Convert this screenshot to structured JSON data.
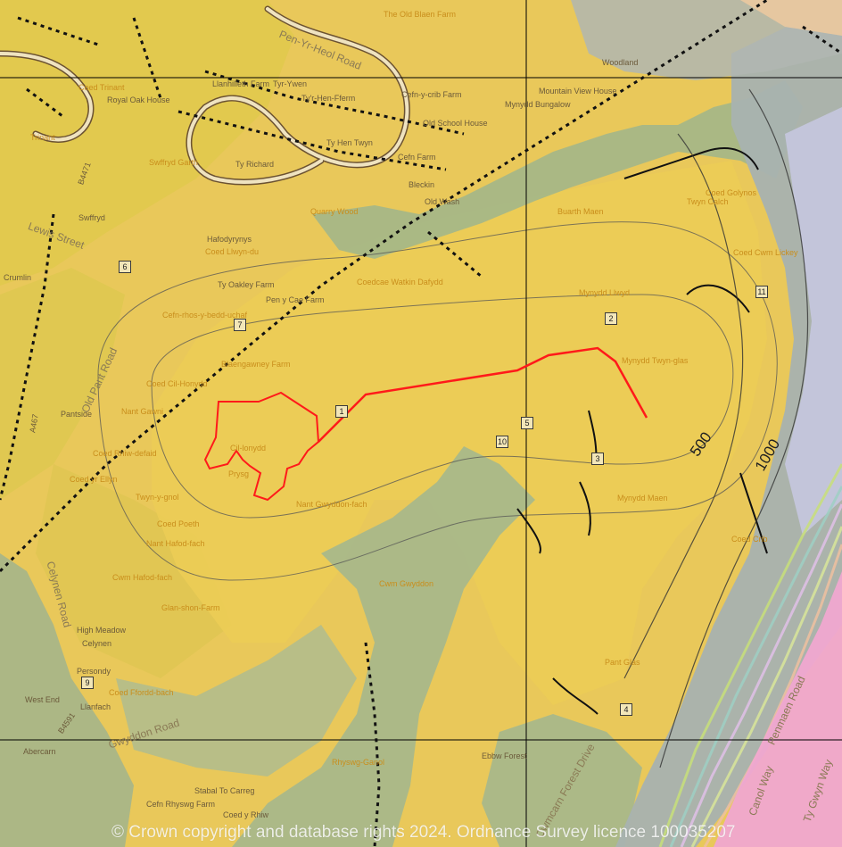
{
  "map": {
    "copyright": "© Crown copyright and database rights 2024. Ordnance Survey licence 100035207",
    "colors": {
      "background_yellow": "#e9c85a",
      "light_yellow": "#e8d23c",
      "valley_green": "#a9b88a",
      "slope_grey": "#a8b2b0",
      "steep_lilac": "#c4c6dc",
      "urban_pink": "#f0a8d0",
      "route_red": "#ff1a1a",
      "grid_black": "#000000"
    },
    "contour_labels": [
      "500",
      "1000"
    ],
    "place_labels": [
      "Pen-Yr-Heol Road",
      "The Old Blaen Farm",
      "Woodland",
      "Coed Trinant",
      "Royal Oak House",
      "Trinant",
      "Llanhilleth Farm",
      "Tyr-Ywen",
      "Ty'r-Hen-Fferm",
      "Cefn-y-crib Farm",
      "Mountain View House",
      "Mynydd Bungalow",
      "Old School House",
      "Ty Hen Twyn",
      "Swffryd Garth",
      "Ty Richard",
      "Cefn Farm",
      "Bleckin",
      "B4471",
      "Swffryd",
      "Hafodyrynys",
      "Quarry Wood",
      "Old Wash",
      "Coed Golynos",
      "Buarth Maen",
      "Twyn Calch",
      "Coed Llwyn-du",
      "Lewis Street",
      "Crumlin",
      "Ty Oakley Farm",
      "Pen y Cae Farm",
      "Coedcae Watkin Dafydd",
      "Mynydd Llwyd",
      "Coed Cwm Lickey",
      "Cefn-rhos-y-bedd-uchaf",
      "Blaengawney Farm",
      "Coed Cil-Honydd",
      "Mynydd Twyn-glas",
      "Pantside",
      "Nant Gawni",
      "Old Pant Road",
      "A467",
      "Coed Rhiw-defaid",
      "Coed yr Ellyn",
      "Twyn-y-gnol",
      "Cil-lonydd",
      "Prysg",
      "Nant Gwyddon-fach",
      "Mynydd Maen",
      "Coed Poeth",
      "Nant Hafod-fach",
      "Cwm Hafod-fach",
      "Celynen Road",
      "Glan-shon-Farm",
      "Cwm Gwyddon",
      "High Meadow",
      "Celynen",
      "Persondy",
      "West End",
      "Coed Ffordd-bach",
      "Llanfach",
      "B4591",
      "Abercarn",
      "Gwyddon Road",
      "Pant Glas",
      "Ebbw Forest",
      "Rhyswg-Ganol",
      "Stabal To Carreg",
      "Cefn Rhyswg Farm",
      "Coed y Rhiw",
      "Cwmcarn Forest Drive",
      "Penmaen Road",
      "Canol Way",
      "Ty Gwyn Way",
      "Coed Crib"
    ],
    "markers": [
      "1",
      "2",
      "3",
      "4",
      "5",
      "6",
      "7",
      "9",
      "10",
      "11"
    ]
  }
}
